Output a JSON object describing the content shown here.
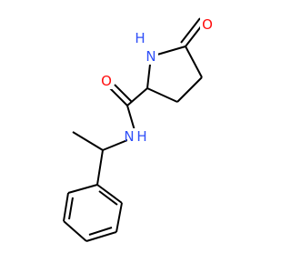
{
  "molecule": {
    "atoms": {
      "lactam_nh": "N",
      "lactam_nh_h": "H",
      "amide_nh": "N",
      "amide_nh_h": "H",
      "ring_carbonyl_o": "O",
      "amide_carbonyl_o": "O"
    },
    "colors": {
      "nitrogen": "#3050f8",
      "oxygen": "#ff0d0d",
      "carbon": "#000000",
      "background": "#ffffff"
    }
  }
}
